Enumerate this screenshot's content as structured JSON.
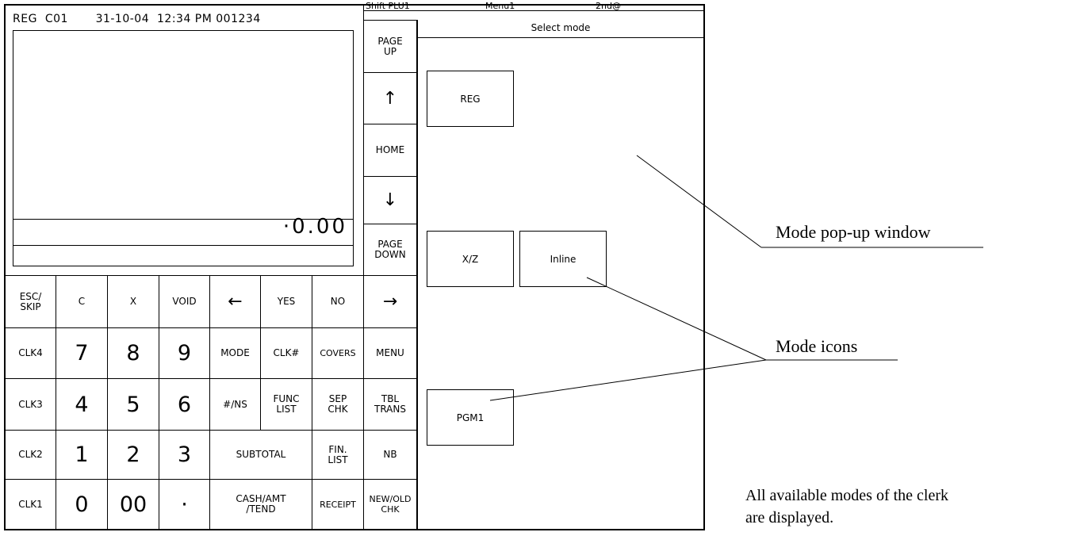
{
  "display": {
    "status": "REG  C01       31-10-04  12:34 PM 001234",
    "total": "·0.00"
  },
  "nav": {
    "page_up": "PAGE\nUP",
    "up": "↑",
    "home": "HOME",
    "down": "↓",
    "page_down": "PAGE\nDOWN"
  },
  "keypad": {
    "esc_skip": "ESC/\nSKIP",
    "c": "C",
    "x": "X",
    "void": "VOID",
    "left": "←",
    "yes": "YES",
    "no": "NO",
    "right": "→",
    "clk4": "CLK4",
    "k7": "7",
    "k8": "8",
    "k9": "9",
    "mode": "MODE",
    "clk_num": "CLK#",
    "covers": "COVERS",
    "menu": "MENU",
    "clk3": "CLK3",
    "k4": "4",
    "k5": "5",
    "k6": "6",
    "num_ns": "#/NS",
    "func_list": "FUNC\nLIST",
    "sep_chk": "SEP\nCHK",
    "tbl_trans": "TBL\nTRANS",
    "clk2": "CLK2",
    "k1": "1",
    "k2": "2",
    "k3": "3",
    "subtotal": "SUBTOTAL",
    "fin_list": "FIN.\nLIST",
    "nb": "NB",
    "clk1": "CLK1",
    "k0": "0",
    "k00": "00",
    "dot": "·",
    "cash_amt_tend": "CASH/AMT\n/TEND",
    "receipt": "RECEIPT",
    "new_old_chk": "NEW/OLD\nCHK"
  },
  "topbar": {
    "shift": "Shift PLU1",
    "menu": "Menu1",
    "second": "2nd@"
  },
  "popup": {
    "title": "Select mode",
    "modes": [
      "REG",
      "X/Z",
      "Inline",
      "PGM1"
    ]
  },
  "annotations": {
    "popup_window": "Mode pop-up window",
    "mode_icons": "Mode icons",
    "note_line1": "All available modes of the clerk",
    "note_line2": "are displayed."
  }
}
